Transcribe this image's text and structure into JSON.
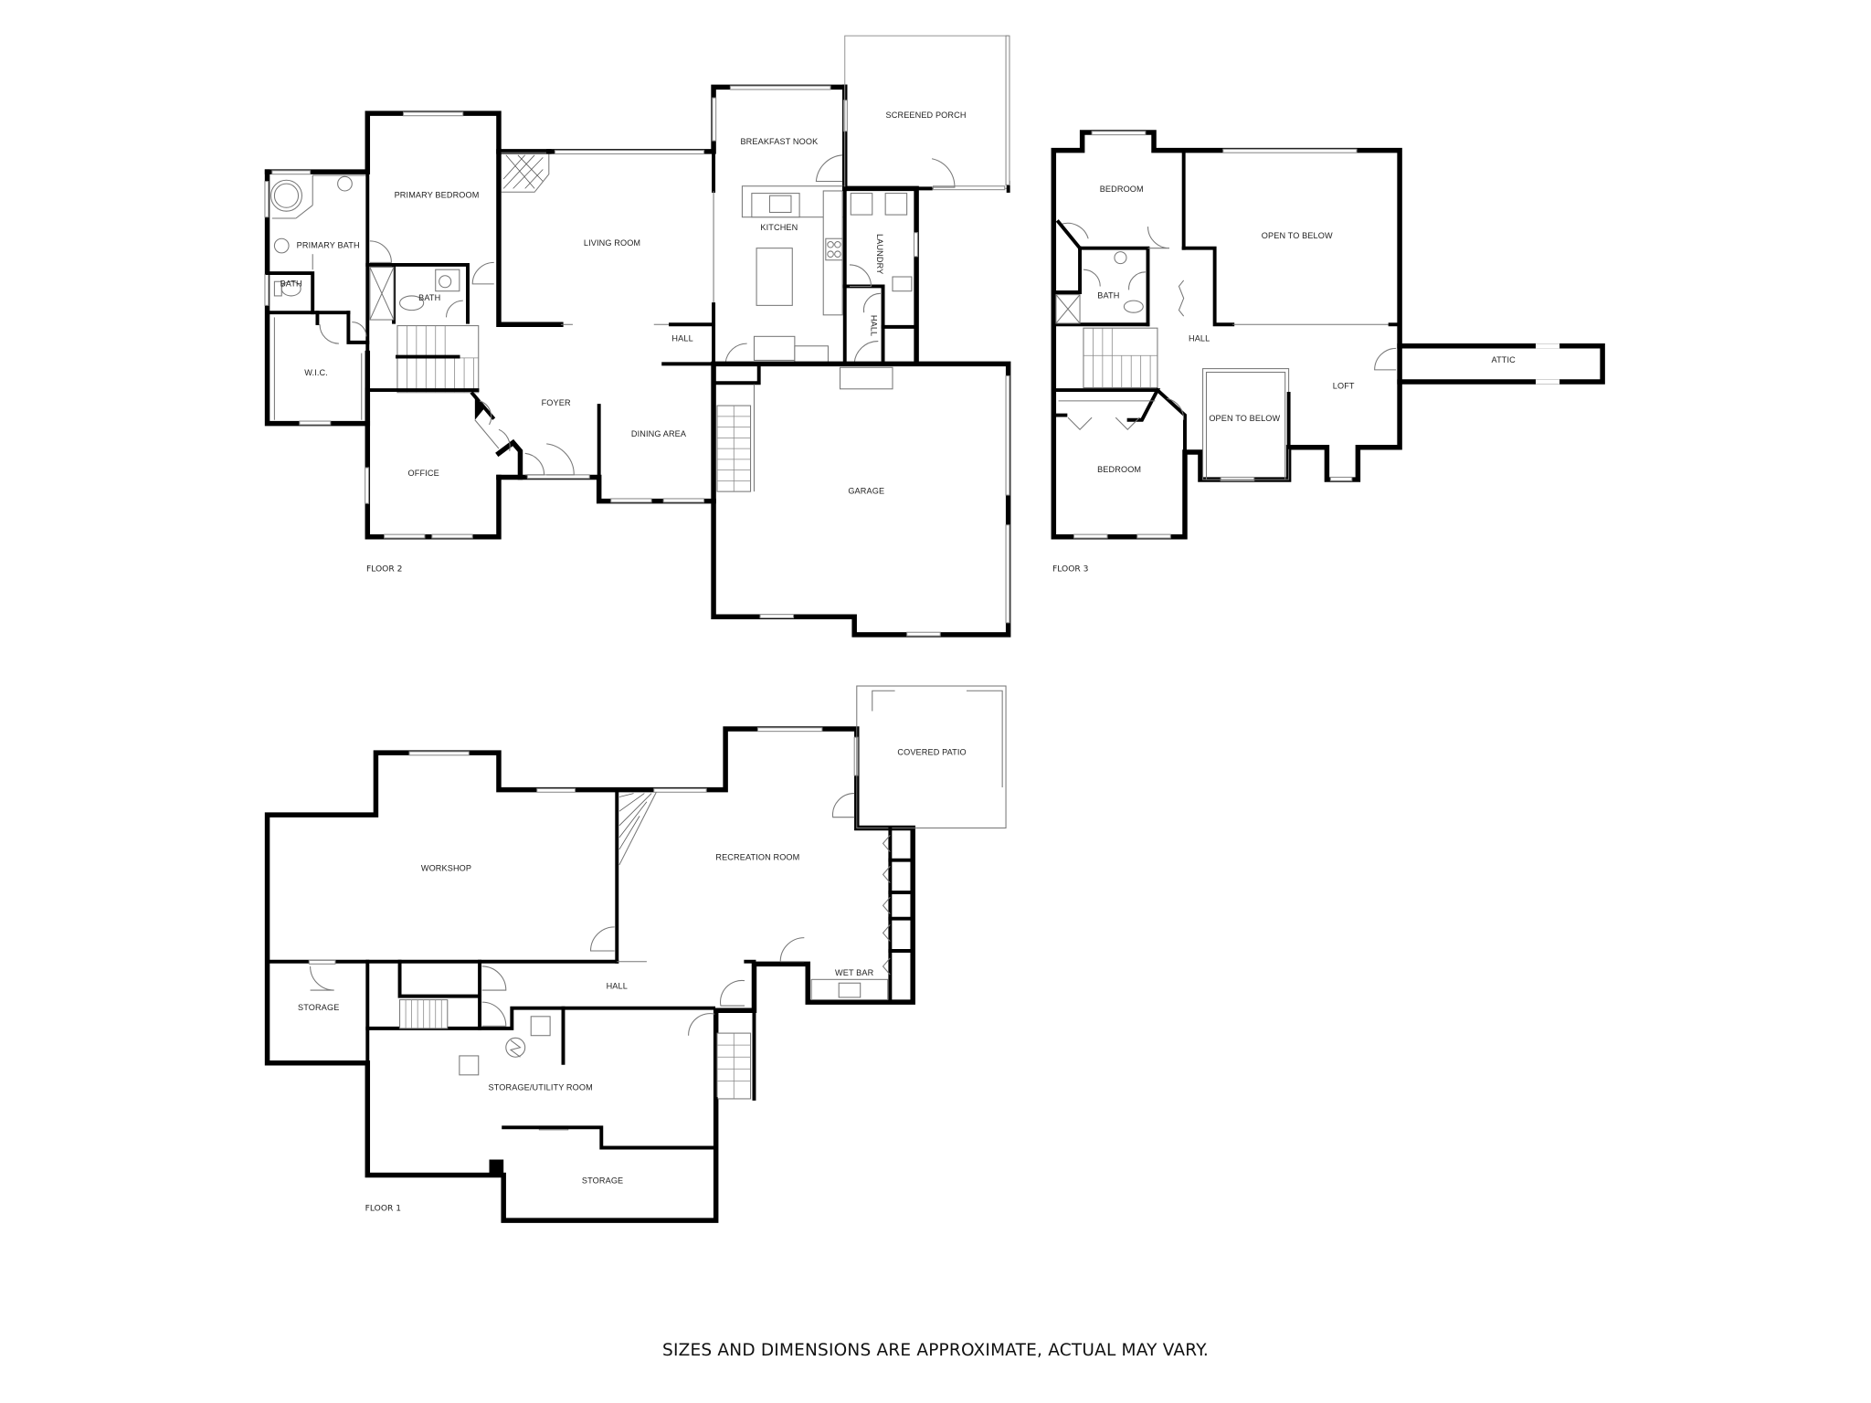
{
  "title": "Floor Plan",
  "disclaimer": "SIZES AND DIMENSIONS ARE APPROXIMATE, ACTUAL MAY VARY.",
  "colors": {
    "wall": "#000000",
    "background": "#ffffff",
    "fixture": "#777777",
    "text": "#222222"
  },
  "floors": [
    {
      "name": "FLOOR 2",
      "rooms": [
        {
          "id": "primary-bedroom",
          "label": "PRIMARY BEDROOM"
        },
        {
          "id": "primary-bath",
          "label": "PRIMARY BATH"
        },
        {
          "id": "bath-a",
          "label": "BATH"
        },
        {
          "id": "bath-b",
          "label": "BATH"
        },
        {
          "id": "wic",
          "label": "W.I.C."
        },
        {
          "id": "office",
          "label": "OFFICE"
        },
        {
          "id": "foyer",
          "label": "FOYER"
        },
        {
          "id": "living-room",
          "label": "LIVING ROOM"
        },
        {
          "id": "dining-area",
          "label": "DINING AREA"
        },
        {
          "id": "hall",
          "label": "HALL"
        },
        {
          "id": "breakfast-nook",
          "label": "BREAKFAST NOOK"
        },
        {
          "id": "kitchen",
          "label": "KITCHEN"
        },
        {
          "id": "laundry",
          "label": "LAUNDRY"
        },
        {
          "id": "hall-2",
          "label": "HALL"
        },
        {
          "id": "screened-porch",
          "label": "SCREENED PORCH"
        },
        {
          "id": "garage",
          "label": "GARAGE"
        }
      ]
    },
    {
      "name": "FLOOR 3",
      "rooms": [
        {
          "id": "bedroom-1",
          "label": "BEDROOM"
        },
        {
          "id": "bath",
          "label": "BATH"
        },
        {
          "id": "open-to-below-1",
          "label": "OPEN TO BELOW"
        },
        {
          "id": "hall",
          "label": "HALL"
        },
        {
          "id": "loft",
          "label": "LOFT"
        },
        {
          "id": "open-to-below-2",
          "label": "OPEN TO BELOW"
        },
        {
          "id": "bedroom-2",
          "label": "BEDROOM"
        },
        {
          "id": "attic",
          "label": "ATTIC"
        }
      ]
    },
    {
      "name": "FLOOR 1",
      "rooms": [
        {
          "id": "workshop",
          "label": "WORKSHOP"
        },
        {
          "id": "recreation-room",
          "label": "RECREATION ROOM"
        },
        {
          "id": "covered-patio",
          "label": "COVERED PATIO"
        },
        {
          "id": "wet-bar",
          "label": "WET BAR"
        },
        {
          "id": "hall",
          "label": "HALL"
        },
        {
          "id": "storage-1",
          "label": "STORAGE"
        },
        {
          "id": "storage-utility-room",
          "label": "STORAGE/UTILITY ROOM"
        },
        {
          "id": "storage-2",
          "label": "STORAGE"
        }
      ]
    }
  ]
}
